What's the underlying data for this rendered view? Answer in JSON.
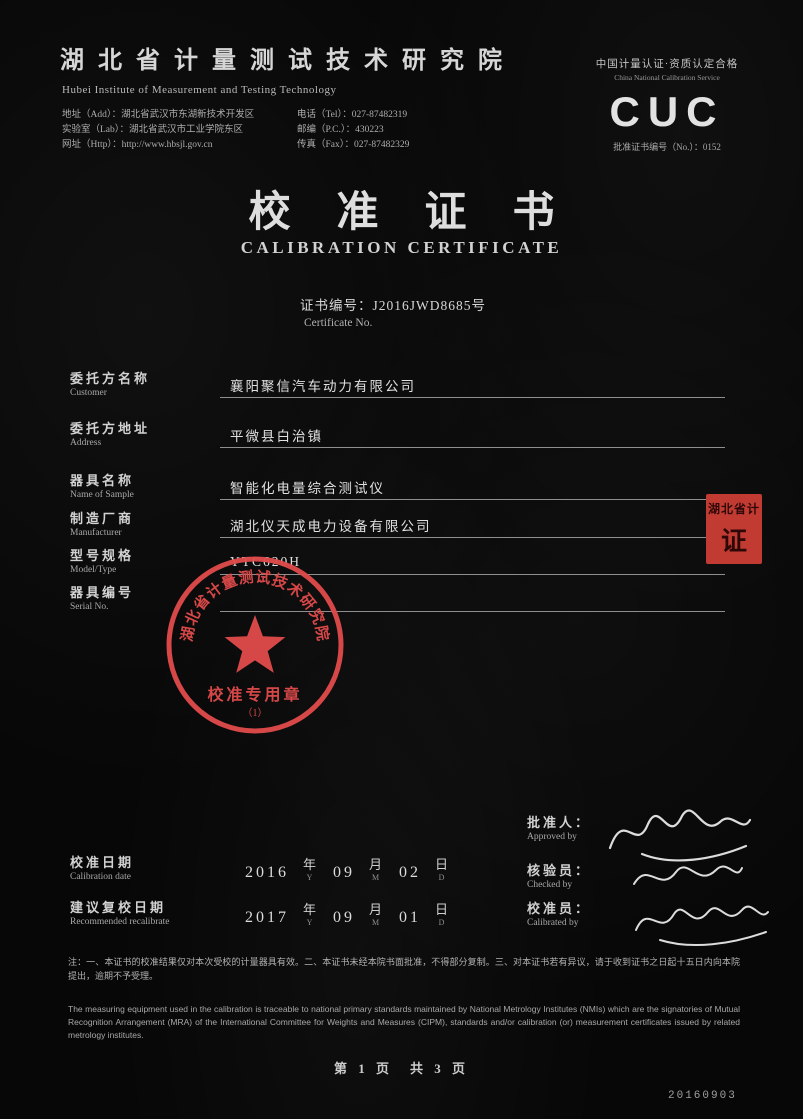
{
  "header": {
    "institute_cn": "湖北省计量测试技术研究院",
    "institute_en": "Hubei Institute of Measurement and Testing Technology",
    "contact_left": [
      "地址（Add）：湖北省武汉市东湖新技术开发区",
      "实验室（Lab）：湖北省武汉市工业学院东区",
      "网址（Http）：http://www.hbsjl.gov.cn"
    ],
    "contact_right": [
      "电话（Tel）：027-87482319",
      "邮编（P.C.）：430223",
      "传真（Fax）：027-87482329"
    ],
    "accreditation_cn": "中国计量认证·资质认定合格",
    "accreditation_en": "China National Calibration Service",
    "logo_text": "CUC",
    "approval_no": "批准证书编号（No.）：0152"
  },
  "title": {
    "cn": "校准证书",
    "en": "CALIBRATION CERTIFICATE"
  },
  "cert_no": {
    "label_cn": "证书编号：",
    "value": "J2016JWD8685号",
    "label_en": "Certificate No."
  },
  "fields": [
    {
      "label_cn": "委托方名称",
      "label_en": "Customer",
      "value": "襄阳聚信汽车动力有限公司"
    },
    {
      "label_cn": "委托方地址",
      "label_en": "Address",
      "value": "平微县白治镇"
    },
    {
      "label_cn": "器具名称",
      "label_en": "Name of Sample",
      "value": "智能化电量综合测试仪"
    },
    {
      "label_cn": "制造厂商",
      "label_en": "Manufacturer",
      "value": "湖北仪天成电力设备有限公司"
    },
    {
      "label_cn": "型号规格",
      "label_en": "Model/Type",
      "value": "YTC620H"
    },
    {
      "label_cn": "器具编号",
      "label_en": "Serial No.",
      "value": ""
    }
  ],
  "stamps": {
    "circle": {
      "org": "湖北省计量测试技术研究院",
      "purpose": "校准专用章",
      "number": "（1）"
    },
    "rect": {
      "line1": "湖北省计",
      "line2": "证"
    }
  },
  "signoff": {
    "approved_cn": "批准人：",
    "approved_en": "Approved by",
    "checked_cn": "核验员：",
    "checked_en": "Checked by",
    "calibrated_cn": "校准员：",
    "calibrated_en": "Calibrated by"
  },
  "dates": {
    "calibration_cn": "校准日期",
    "calibration_en": "Calibration date",
    "recal_cn": "建议复校日期",
    "recal_en": "Recommended recalibrate",
    "calibration": {
      "year": "2016",
      "month": "09",
      "day": "02"
    },
    "recal": {
      "year": "2017",
      "month": "09",
      "day": "01"
    },
    "unit_year": "年",
    "unit_month": "月",
    "unit_day": "日",
    "y": "Y",
    "m": "M",
    "d": "D"
  },
  "footer": {
    "note_cn": "注：一、本证书的校准结果仅对本次受校的计量器具有效。二、本证书未经本院书面批准，不得部分复制。三、对本证书若有异议，请于收到证书之日起十五日内向本院提出，逾期不予受理。",
    "note_en": "The measuring equipment used in the calibration is traceable to national primary standards maintained by National Metrology Institutes (NMIs) which are the signatories of Mutual Recognition Arrangement (MRA) of the International Committee for Weights and Measures (CIPM), standards and/or calibration (or) measurement certificates issued by related metrology institutes.",
    "page": "第 1 页　共 3 页",
    "serial": "20160903"
  }
}
